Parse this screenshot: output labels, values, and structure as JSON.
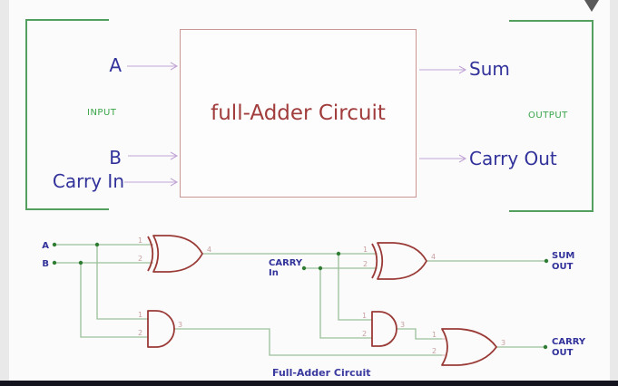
{
  "window": {
    "background": "#fbfbfb",
    "side_band_color": "#e9e9e9",
    "bottom_bar_color": "#14141f"
  },
  "block_diagram": {
    "title": "full-Adder Circuit",
    "input_group_label": "INPUT",
    "output_group_label": "OUTPUT",
    "inputs": [
      "A",
      "B",
      "Carry In"
    ],
    "outputs": [
      "Sum",
      "Carry Out"
    ],
    "colors": {
      "box_border": "#c99595",
      "title_text": "#a13c3c",
      "signal_text": "#32329b",
      "group_text": "#3aa54a",
      "bracket": "#53a05e",
      "arrow": "#c2a4d6"
    }
  },
  "schematic": {
    "caption": "Full-Adder Circuit",
    "nets": {
      "a": "A",
      "b": "B",
      "carry_in": [
        "CARRY",
        "In"
      ],
      "sum_out": [
        "SUM",
        "OUT"
      ],
      "carry_out": [
        "CARRY",
        "OUT"
      ]
    },
    "gates": [
      {
        "name": "xor1",
        "type": "XOR",
        "pins": {
          "in1": "1",
          "in2": "2",
          "out": "4"
        }
      },
      {
        "name": "xor2",
        "type": "XOR",
        "pins": {
          "in1": "1",
          "in2": "2",
          "out": "4"
        }
      },
      {
        "name": "and1",
        "type": "AND",
        "pins": {
          "in1": "1",
          "in2": "2",
          "out": "3"
        }
      },
      {
        "name": "and2",
        "type": "AND",
        "pins": {
          "in1": "1",
          "in2": "2",
          "out": "3"
        }
      },
      {
        "name": "or1",
        "type": "OR",
        "pins": {
          "in1": "1",
          "in2": "2",
          "out": "3"
        }
      }
    ],
    "colors": {
      "wire": "#9bbf9b",
      "junction": "#2e7d32",
      "gate_outline": "#9a3a36",
      "pin_number": "#c8a0a0",
      "net_label": "#32329b",
      "caption": "#3939a0"
    }
  }
}
